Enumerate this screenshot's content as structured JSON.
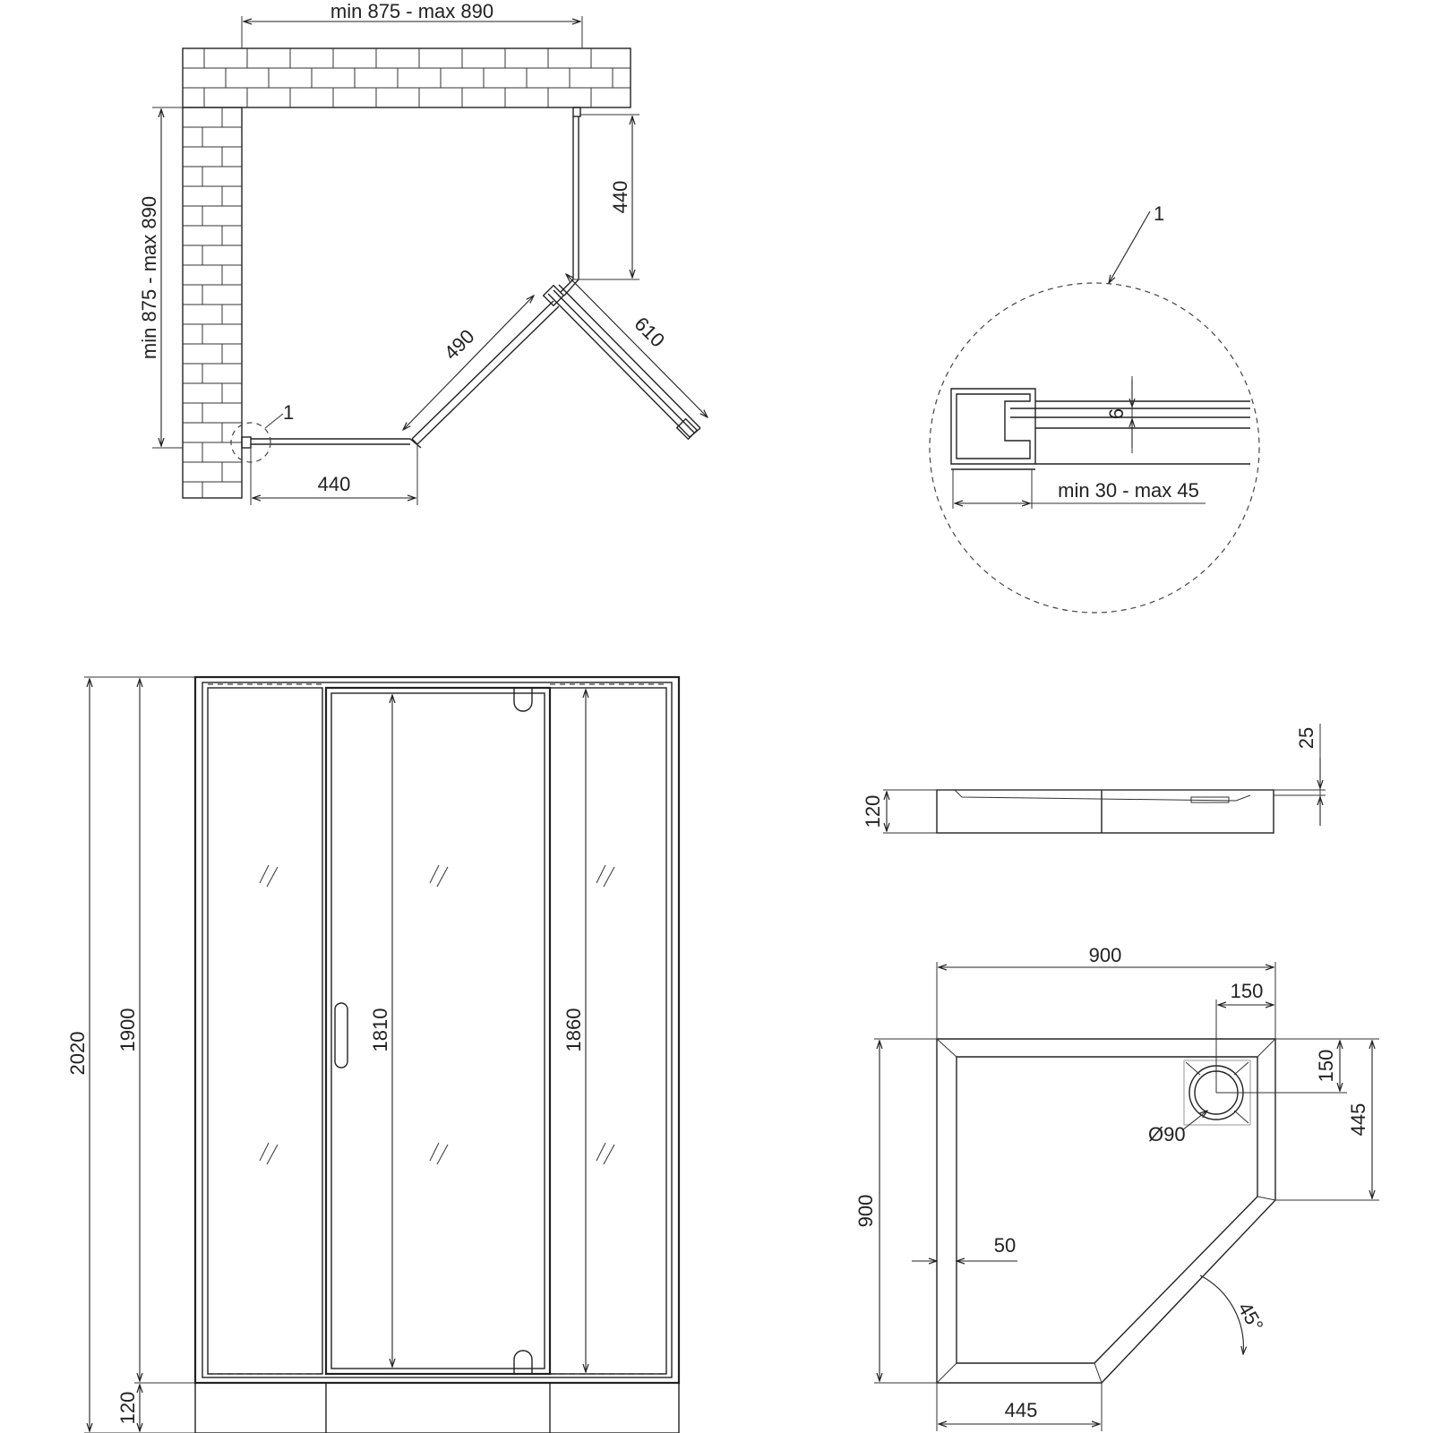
{
  "plan": {
    "dim_width": "min 875 - max 890",
    "dim_depth": "min 875 - max 890",
    "dim_side_right": "440",
    "dim_side_bottom": "440",
    "dim_door_fixed": "490",
    "dim_door_swing": "610",
    "callout": "1"
  },
  "detail": {
    "callout": "1",
    "dim_glass": "6",
    "dim_profile": "min 30 - max 45"
  },
  "elevation": {
    "dim_total": "2020",
    "dim_panel": "1900",
    "dim_base": "120",
    "dim_door": "1810",
    "dim_side": "1860"
  },
  "tray_side": {
    "dim_height": "120",
    "dim_lip": "25"
  },
  "tray_plan": {
    "dim_width": "900",
    "dim_depth": "900",
    "dim_drain_x": "150",
    "dim_drain_y": "150",
    "dim_right_side": "445",
    "dim_bottom_side": "445",
    "dim_rim": "50",
    "drain_dia": "Ø90",
    "angle": "45°"
  }
}
